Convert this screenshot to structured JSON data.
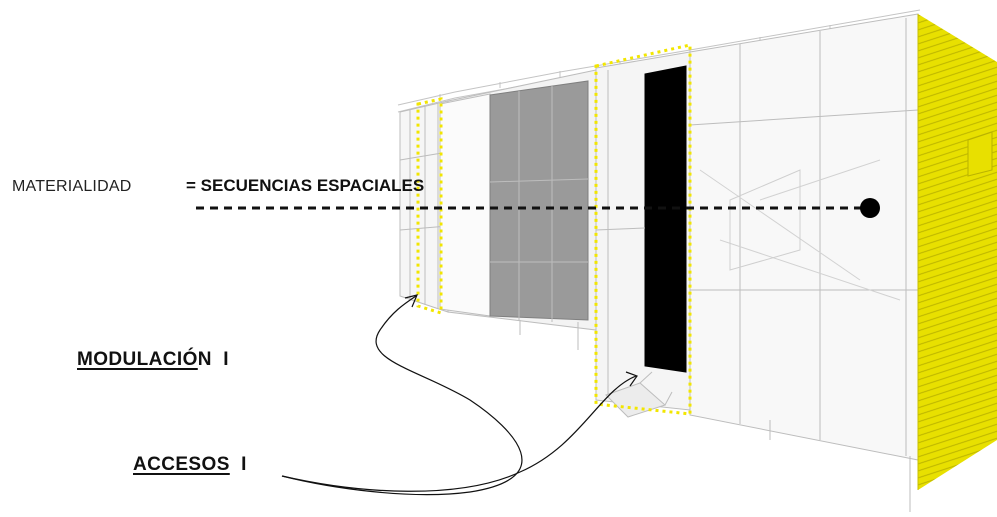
{
  "labels": {
    "materialidad": "MATERIALIDAD",
    "secuencias": "= SECUENCIAS ESPACIALES",
    "modulacion_underlined": "MODULACIÓ",
    "modulacion_rest": "N  I",
    "accesos_underlined": "ACCESOS",
    "accesos_rest": "  I"
  },
  "colors": {
    "cladding": "#e8e000",
    "highlight_dots": "#f2e600",
    "grey_panel": "#9a9a9a",
    "black_door": "#000000",
    "frame_lines": "#b9b9b9"
  }
}
